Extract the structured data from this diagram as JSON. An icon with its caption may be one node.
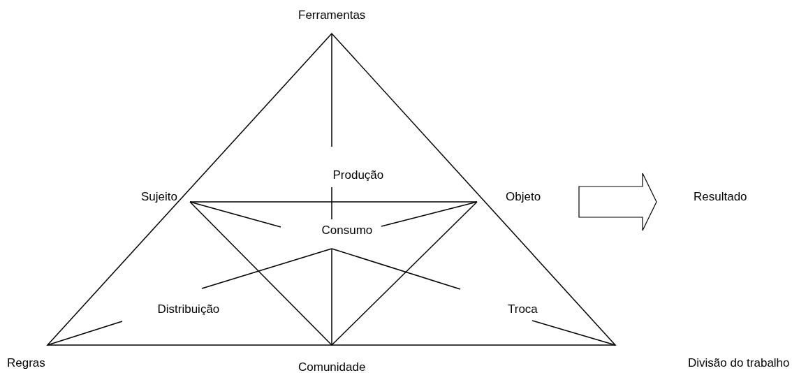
{
  "diagram": {
    "nodes": [
      {
        "text": [
          "Objeto"
        ]
      },
      {
        "text": [
          "Resultado"
        ]
      }
    ],
    "edges": [
      {
        "from": 0,
        "to": 1,
        "arrow": "to"
      }
    ],
    "labels": [
      "Ferramentas",
      "Produção",
      "Sujeito",
      "Consumo",
      "Distribuição",
      "Troca",
      "Regras",
      "Comunidade",
      "Divisão do trabalho"
    ]
  }
}
